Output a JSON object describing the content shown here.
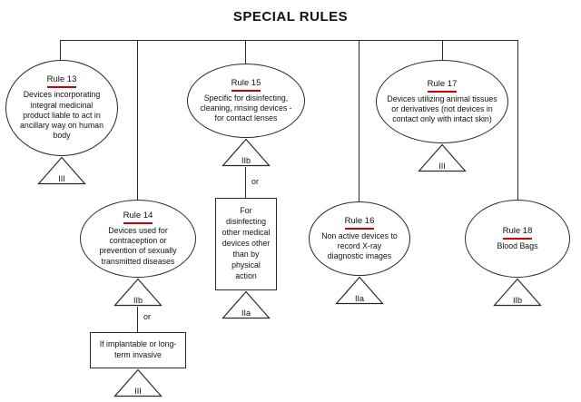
{
  "title": "SPECIAL RULES",
  "accent_color": "#cc0000",
  "or_label": "or",
  "nodes": {
    "rule13": {
      "name": "Rule 13",
      "description": "Devices incorporating integral medicinal product liable to act in ancillary way on human body",
      "class": "III"
    },
    "rule14": {
      "name": "Rule 14",
      "description": "Devices used for contraception or prevention of sexually transmitted diseases",
      "class": "IIb",
      "sub_condition": "If implantable or long-term invasive",
      "sub_class": "III"
    },
    "rule15": {
      "name": "Rule 15",
      "description": "Specific for disinfecting, cleaning, rinsing devices - for contact lenses",
      "class": "IIb",
      "sub_condition": "For disinfecting other medical devices other than by physical action",
      "sub_class": "IIa"
    },
    "rule16": {
      "name": "Rule 16",
      "description": "Non active devices to record X-ray diagnostic images",
      "class": "IIa"
    },
    "rule17": {
      "name": "Rule 17",
      "description": "Devices utilizing animal tissues or derivatives (not devices in contact only with intact skin)",
      "class": "III"
    },
    "rule18": {
      "name": "Rule 18",
      "description": "Blood Bags",
      "class": "IIb"
    }
  }
}
